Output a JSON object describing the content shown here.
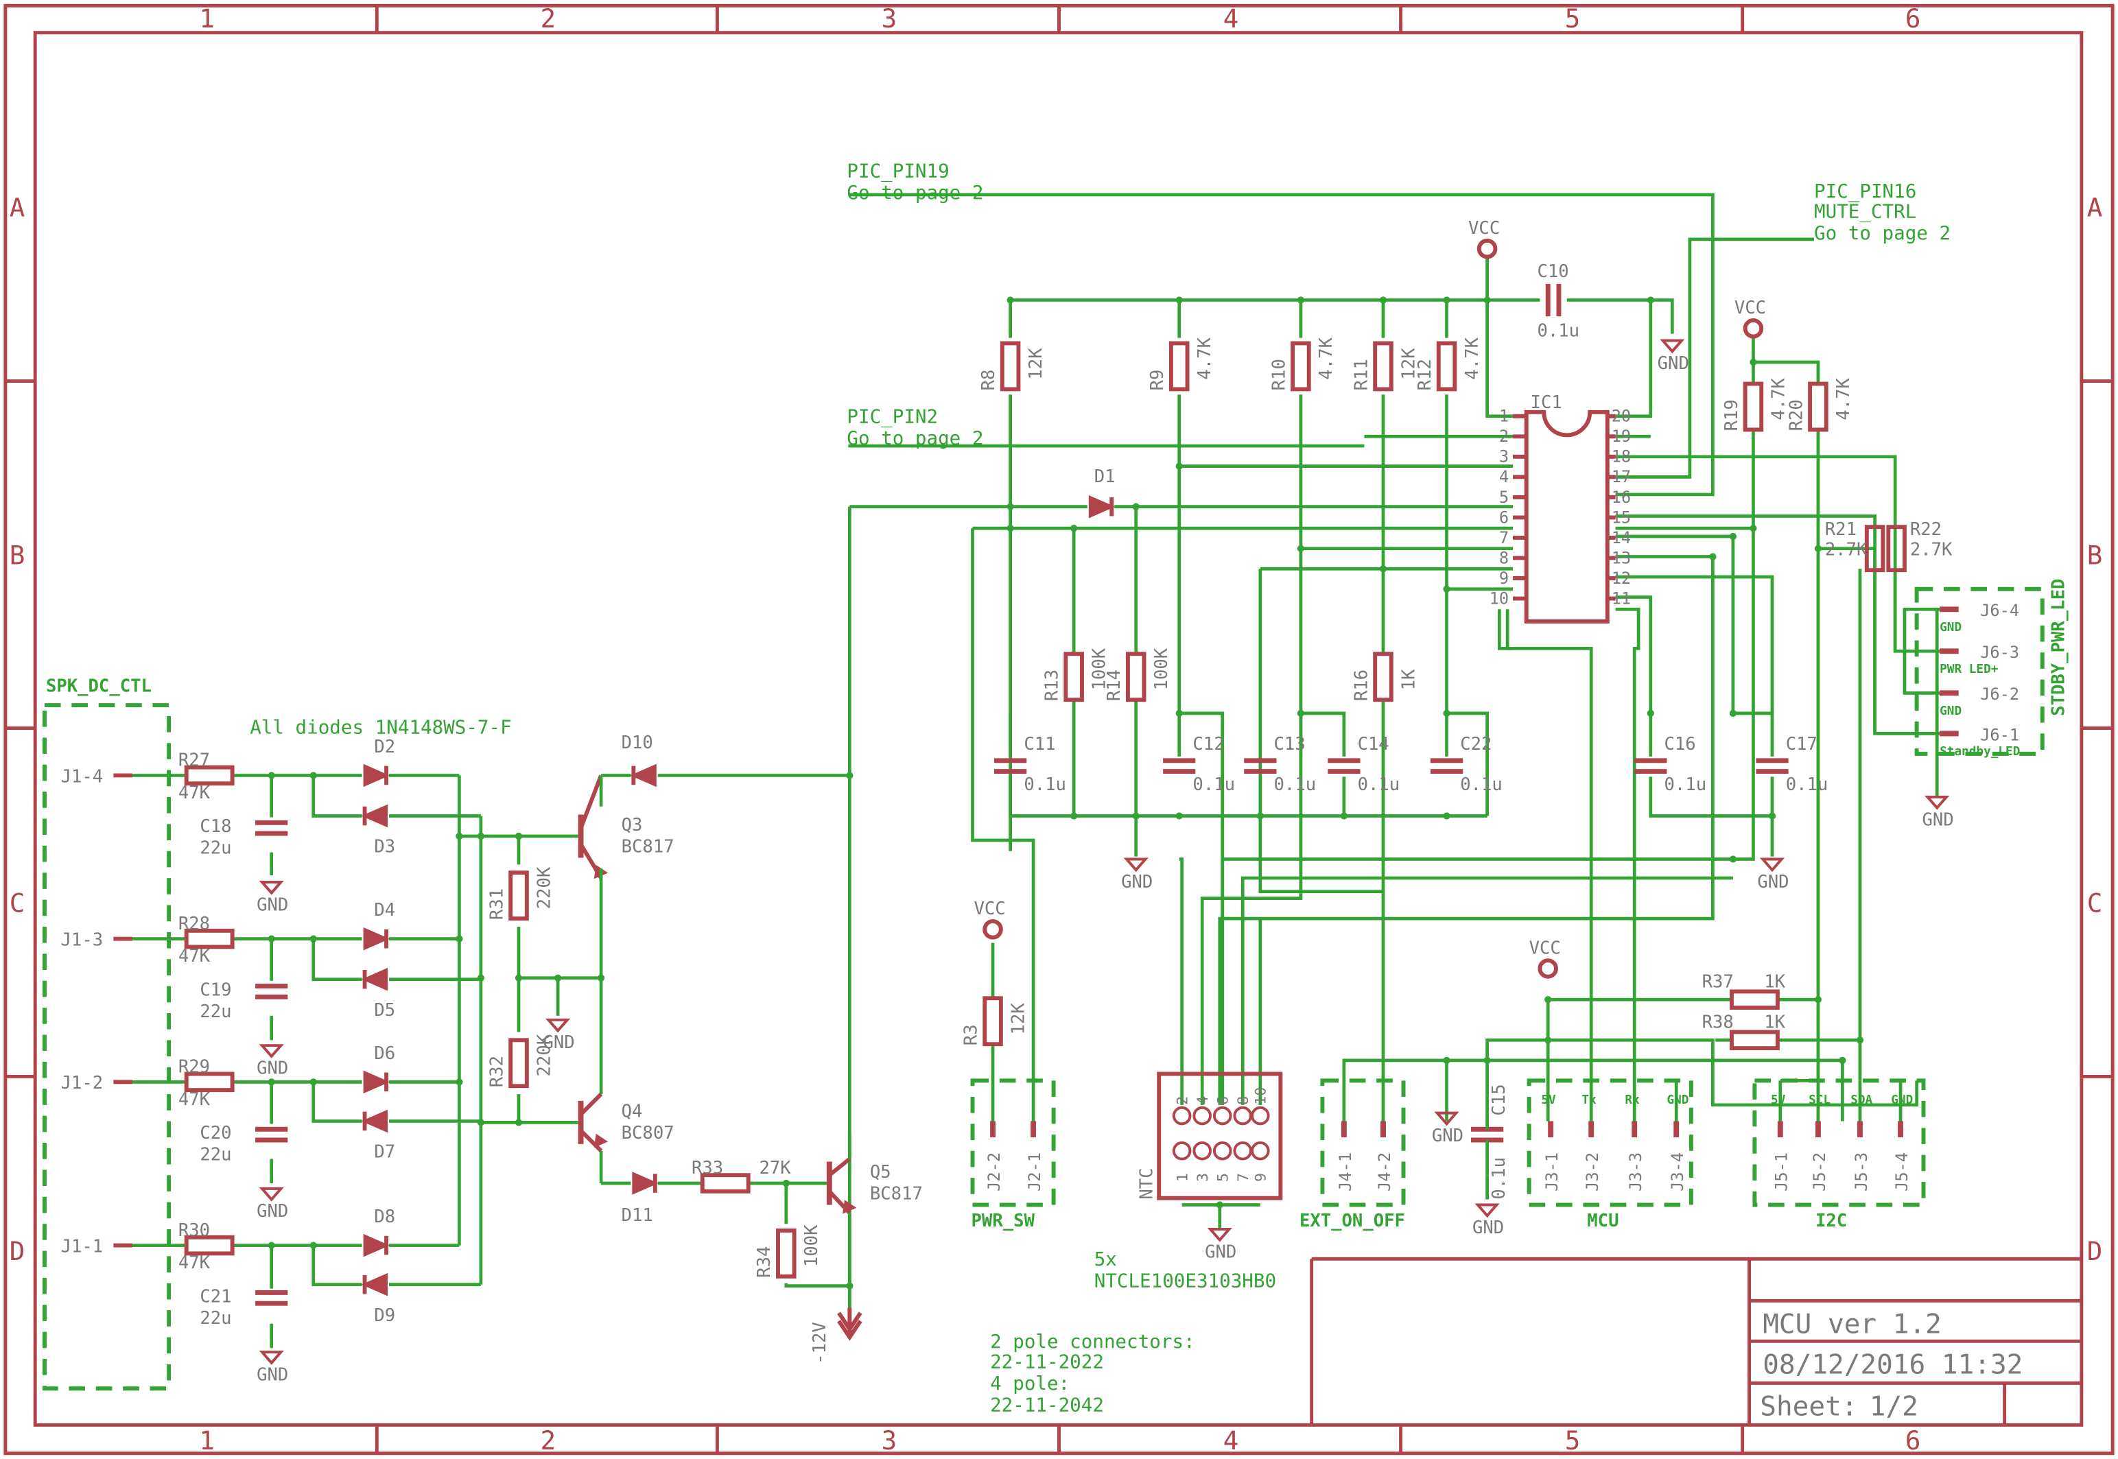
{
  "frame": {
    "columns": [
      "1",
      "2",
      "3",
      "4",
      "5",
      "6"
    ],
    "rows": [
      "A",
      "B",
      "C",
      "D"
    ]
  },
  "title_block": {
    "title": "MCU ver 1.2",
    "datetime": "08/12/2016 11:32",
    "sheet_label": "Sheet:",
    "sheet": "1/2"
  },
  "notes": {
    "diodes": "All diodes 1N4148WS-7-F",
    "ntc_count": "5x",
    "ntc_part": "NTCLE100E3103HB0",
    "conn_line1": "2 pole connectors:",
    "conn_line2": "22-11-2022",
    "conn_line3": "4 pole:",
    "conn_line4": "22-11-2042"
  },
  "net_labels": {
    "pin19_a": "PIC_PIN19",
    "pin19_b": "Go to page 2",
    "pin16_a": "PIC_PIN16",
    "pin16_b": "MUTE_CTRL",
    "pin16_c": "Go to page 2",
    "pin2_a": "PIC_PIN2",
    "pin2_b": "Go to page 2"
  },
  "connectors": {
    "spk": {
      "name": "SPK_DC_CTL",
      "pins": [
        "J1-4",
        "J1-3",
        "J1-2",
        "J1-1"
      ]
    },
    "pwr_sw": {
      "name": "PWR_SW",
      "pins": [
        "J2-2",
        "J2-1"
      ]
    },
    "ext": {
      "name": "EXT_ON_OFF",
      "pins": [
        "J4-1",
        "J4-2"
      ]
    },
    "mcu": {
      "name": "MCU",
      "pins": [
        "J3-1",
        "J3-2",
        "J3-3",
        "J3-4"
      ],
      "signals": [
        "5V",
        "Tx",
        "Rx",
        "GND"
      ]
    },
    "i2c": {
      "name": "I2C",
      "pins": [
        "J5-1",
        "J5-2",
        "J5-3",
        "J5-4"
      ],
      "signals": [
        "5V",
        "SCL",
        "SDA",
        "GND"
      ]
    },
    "stdby": {
      "name": "STDBY_PWR_LED",
      "pins": [
        "J6-4",
        "J6-3",
        "J6-2",
        "J6-1"
      ],
      "signals": [
        "GND",
        "PWR LED+",
        "GND",
        "Standby_LED"
      ]
    },
    "ntc": {
      "name": "NTC",
      "top_pins": [
        "2",
        "4",
        "6",
        "8",
        "10"
      ],
      "bottom_pins": [
        "1",
        "3",
        "5",
        "7",
        "9"
      ]
    }
  },
  "supplies": {
    "vcc": "VCC",
    "gnd": "GND",
    "neg": "-12V"
  },
  "ic": {
    "name": "IC1",
    "left_pins": [
      "1",
      "2",
      "3",
      "4",
      "5",
      "6",
      "7",
      "8",
      "9",
      "10"
    ],
    "right_pins": [
      "20",
      "19",
      "18",
      "17",
      "16",
      "15",
      "14",
      "13",
      "12",
      "11"
    ]
  },
  "resistors": {
    "R27": [
      "R27",
      "47K"
    ],
    "R28": [
      "R28",
      "47K"
    ],
    "R29": [
      "R29",
      "47K"
    ],
    "R30": [
      "R30",
      "47K"
    ],
    "R31": [
      "R31",
      "220K"
    ],
    "R32": [
      "R32",
      "220K"
    ],
    "R33": [
      "R33",
      "27K"
    ],
    "R34": [
      "R34",
      "100K"
    ],
    "R3": [
      "R3",
      "12K"
    ],
    "R8": [
      "R8",
      "12K"
    ],
    "R9": [
      "R9",
      "4.7K"
    ],
    "R10": [
      "R10",
      "4.7K"
    ],
    "R11": [
      "R11",
      "12K"
    ],
    "R12": [
      "R12",
      "4.7K"
    ],
    "R13": [
      "R13",
      "100K"
    ],
    "R14": [
      "R14",
      "100K"
    ],
    "R16": [
      "R16",
      "1K"
    ],
    "R19": [
      "R19",
      "4.7K"
    ],
    "R20": [
      "R20",
      "4.7K"
    ],
    "R21": [
      "R21",
      "2.7K"
    ],
    "R22": [
      "R22",
      "2.7K"
    ],
    "R37": [
      "R37",
      "1K"
    ],
    "R38": [
      "R38",
      "1K"
    ]
  },
  "capacitors": {
    "C18": [
      "C18",
      "22u"
    ],
    "C19": [
      "C19",
      "22u"
    ],
    "C20": [
      "C20",
      "22u"
    ],
    "C21": [
      "C21",
      "22u"
    ],
    "C10": [
      "C10",
      "0.1u"
    ],
    "C11": [
      "C11",
      "0.1u"
    ],
    "C12": [
      "C12",
      "0.1u"
    ],
    "C13": [
      "C13",
      "0.1u"
    ],
    "C14": [
      "C14",
      "0.1u"
    ],
    "C22": [
      "C22",
      "0.1u"
    ],
    "C16": [
      "C16",
      "0.1u"
    ],
    "C17": [
      "C17",
      "0.1u"
    ],
    "C15": [
      "C15",
      "0.1u"
    ]
  },
  "diodes": [
    "D1",
    "D2",
    "D3",
    "D4",
    "D5",
    "D6",
    "D7",
    "D8",
    "D9",
    "D10",
    "D11"
  ],
  "transistors": {
    "Q3": [
      "Q3",
      "BC817"
    ],
    "Q4": [
      "Q4",
      "BC807"
    ],
    "Q5": [
      "Q5",
      "BC817"
    ]
  }
}
